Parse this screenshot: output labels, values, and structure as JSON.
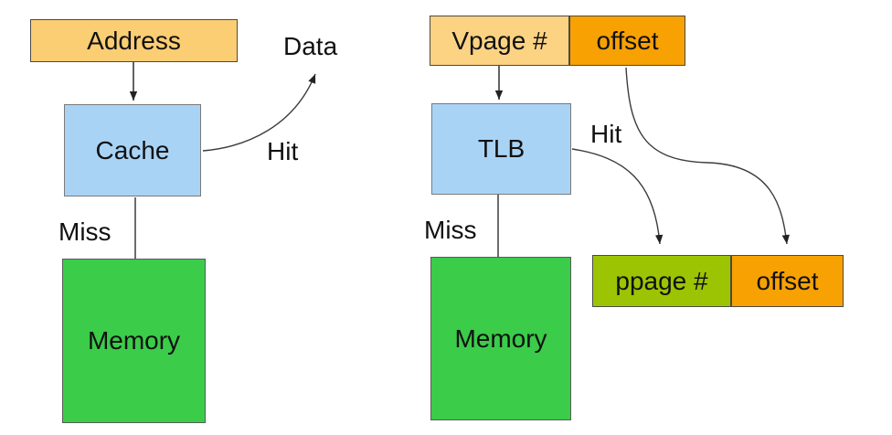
{
  "title": "Cache vs TLB lookup diagram",
  "colors": {
    "address_fill": "#FBCE74",
    "vpage_fill": "#FCD283",
    "offset_fill": "#F8A102",
    "cache_fill": "#A9D3F5",
    "tlb_fill": "#A9D3F5",
    "memory_fill": "#3BCC4A",
    "ppage_fill": "#9CC402",
    "line": "#3c3c3c",
    "arrowhead": "#222222",
    "text": "#111111",
    "background": "#ffffff"
  },
  "left": {
    "address": "Address",
    "cache": "Cache",
    "memory": "Memory",
    "data": "Data",
    "hit": "Hit",
    "miss": "Miss"
  },
  "right": {
    "vpage": "Vpage #",
    "offset_top": "offset",
    "tlb": "TLB",
    "memory": "Memory",
    "ppage": "ppage #",
    "offset_bottom": "offset",
    "hit": "Hit",
    "miss": "Miss"
  }
}
